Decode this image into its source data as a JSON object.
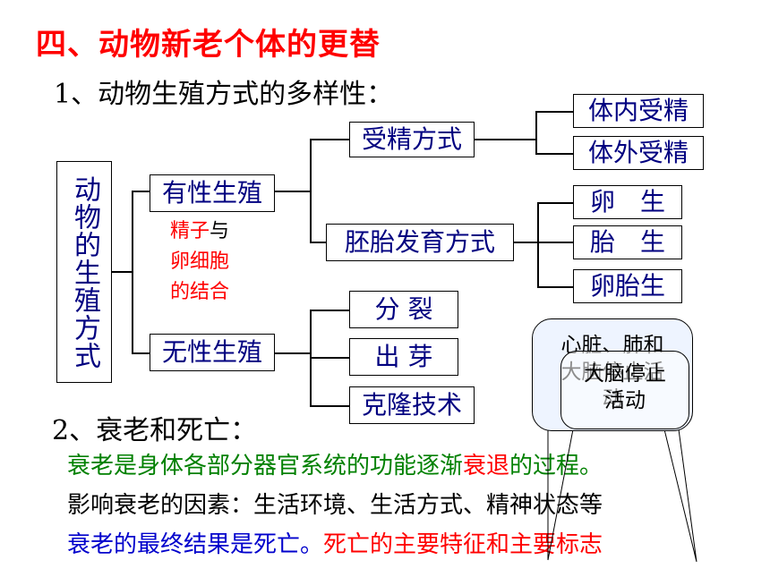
{
  "title": "四、动物新老个体的更替",
  "subtitle": "1、动物生殖方式的多样性：",
  "root_label": "动物的生殖方式",
  "sexual": {
    "label": "有性生殖",
    "note_red1": "精子",
    "note_black": "与",
    "note_red2": "卵细胞",
    "note_red3": "的结合",
    "fertilization": {
      "label": "受精方式",
      "children": [
        "体内受精",
        "体外受精"
      ]
    },
    "development": {
      "label": "胚胎发育方式",
      "children": [
        "卵　生",
        "胎　生",
        "卵胎生"
      ]
    }
  },
  "asexual": {
    "label": "无性生殖",
    "children": [
      "分 裂",
      "出 芽",
      "克隆技术"
    ]
  },
  "section2": "2、衰老和死亡：",
  "line1_a": "衰老是身体各部分器官系统的功能逐渐",
  "line1_b": "衰退",
  "line1_c": "的过程。",
  "line2": "影响衰老的因素：生活环境、生活方式、精神状态等",
  "line3_a": "衰老的最终结果是死亡。",
  "line3_b": "死亡的主要特征和主要标志",
  "callout_back": "心脏、肺和大脑停止活动",
  "callout_front": "大脑停止活动",
  "colors": {
    "title": "#ff0000",
    "box_text": "#000080",
    "green_text": "#008000",
    "blue_text": "#0000cc",
    "red_text": "#ff0000",
    "callout_fill": "#eef4ff"
  }
}
